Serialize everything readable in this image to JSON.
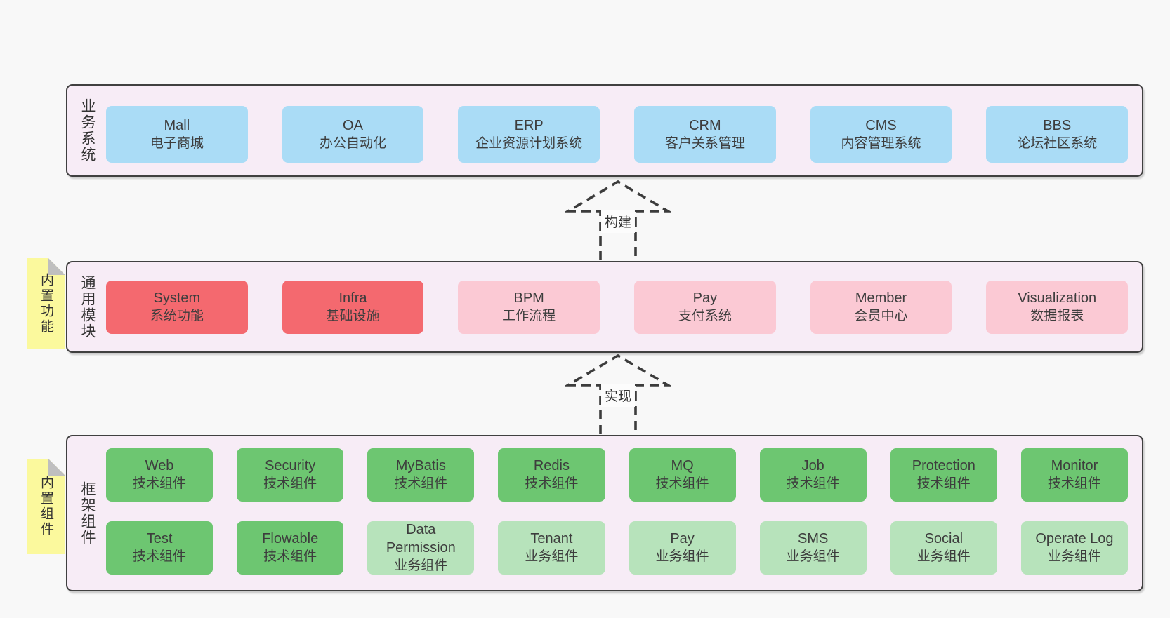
{
  "page": {
    "background": "#f8f8f8"
  },
  "colors": {
    "container_fill": "#f7ecf6",
    "container_border": "#404040",
    "blue": "#aadcf6",
    "red": "#f4696f",
    "pink": "#fbc9d4",
    "green": "#6dc671",
    "lightgreen": "#b7e3bb",
    "sticky_yellow": "#fbf99d",
    "fold_gray": "#bfbfbf",
    "text": "#3d3d3d"
  },
  "arrows": [
    {
      "id": "build",
      "label": "构建"
    },
    {
      "id": "implement",
      "label": "实现"
    }
  ],
  "sections": [
    {
      "id": "business-systems",
      "label": "业务系统",
      "tab": null,
      "rows": [
        {
          "cols": 6,
          "boxes": [
            {
              "name": "Mall",
              "desc": "电子商城",
              "color": "blue"
            },
            {
              "name": "OA",
              "desc": "办公自动化",
              "color": "blue"
            },
            {
              "name": "ERP",
              "desc": "企业资源计划系统",
              "color": "blue"
            },
            {
              "name": "CRM",
              "desc": "客户关系管理",
              "color": "blue"
            },
            {
              "name": "CMS",
              "desc": "内容管理系统",
              "color": "blue"
            },
            {
              "name": "BBS",
              "desc": "论坛社区系统",
              "color": "blue"
            }
          ]
        }
      ]
    },
    {
      "id": "common-modules",
      "label": "通用模块",
      "tab": "内置功能",
      "rows": [
        {
          "cols": 6,
          "boxes": [
            {
              "name": "System",
              "desc": "系统功能",
              "color": "red"
            },
            {
              "name": "Infra",
              "desc": "基础设施",
              "color": "red"
            },
            {
              "name": "BPM",
              "desc": "工作流程",
              "color": "pink"
            },
            {
              "name": "Pay",
              "desc": "支付系统",
              "color": "pink"
            },
            {
              "name": "Member",
              "desc": "会员中心",
              "color": "pink"
            },
            {
              "name": "Visualization",
              "desc": "数据报表",
              "color": "pink"
            }
          ]
        }
      ]
    },
    {
      "id": "framework-components",
      "label": "框架组件",
      "tab": "内置组件",
      "rows": [
        {
          "cols": 8,
          "boxes": [
            {
              "name": "Web",
              "desc": "技术组件",
              "color": "green"
            },
            {
              "name": "Security",
              "desc": "技术组件",
              "color": "green"
            },
            {
              "name": "MyBatis",
              "desc": "技术组件",
              "color": "green"
            },
            {
              "name": "Redis",
              "desc": "技术组件",
              "color": "green"
            },
            {
              "name": "MQ",
              "desc": "技术组件",
              "color": "green"
            },
            {
              "name": "Job",
              "desc": "技术组件",
              "color": "green"
            },
            {
              "name": "Protection",
              "desc": "技术组件",
              "color": "green"
            },
            {
              "name": "Monitor",
              "desc": "技术组件",
              "color": "green"
            }
          ]
        },
        {
          "cols": 8,
          "boxes": [
            {
              "name": "Test",
              "desc": "技术组件",
              "color": "green"
            },
            {
              "name": "Flowable",
              "desc": "技术组件",
              "color": "green"
            },
            {
              "name": "Data Permission",
              "desc": "业务组件",
              "color": "lightgreen"
            },
            {
              "name": "Tenant",
              "desc": "业务组件",
              "color": "lightgreen"
            },
            {
              "name": "Pay",
              "desc": "业务组件",
              "color": "lightgreen"
            },
            {
              "name": "SMS",
              "desc": "业务组件",
              "color": "lightgreen"
            },
            {
              "name": "Social",
              "desc": "业务组件",
              "color": "lightgreen"
            },
            {
              "name": "Operate Log",
              "desc": "业务组件",
              "color": "lightgreen"
            }
          ]
        }
      ]
    }
  ]
}
